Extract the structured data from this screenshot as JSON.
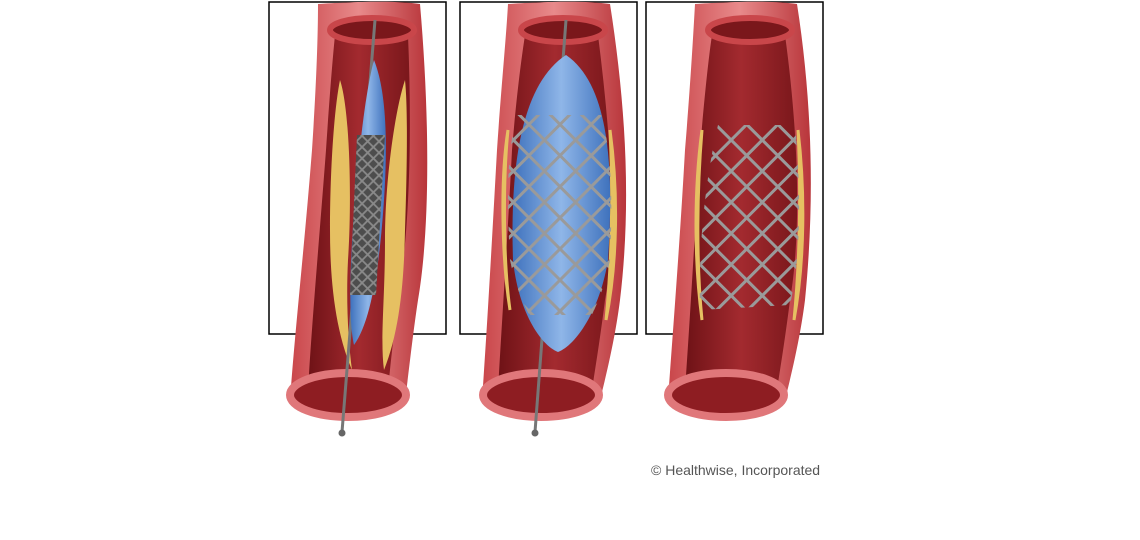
{
  "credit": "© Healthwise, Incorporated",
  "panels": [
    {
      "stage": "catheter-with-collapsed-stent",
      "balloon_inflated": false,
      "stent_expanded": false,
      "catheter_present": true
    },
    {
      "stage": "balloon-inflated-stent-expanded",
      "balloon_inflated": true,
      "stent_expanded": true,
      "catheter_present": true
    },
    {
      "stage": "stent-in-place",
      "balloon_inflated": false,
      "stent_expanded": true,
      "catheter_present": false
    }
  ],
  "colors": {
    "background": "#ffffff",
    "frame": "#000000",
    "artery_wall": "#b8353a",
    "artery_wall_light": "#e0777a",
    "lumen": "#8e1d22",
    "lumen_dark": "#6e1216",
    "plaque": "#e6c062",
    "balloon": "#4f86cf",
    "balloon_light": "#8fb6e8",
    "stent": "#8a8a8a",
    "catheter": "#777777",
    "credit_text": "#555555"
  }
}
